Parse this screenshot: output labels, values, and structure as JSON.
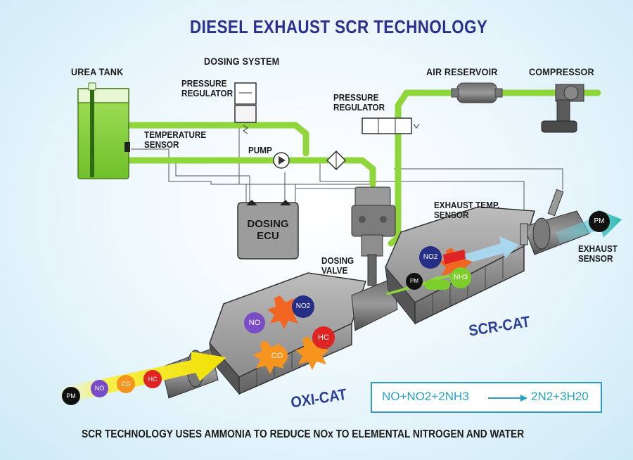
{
  "title": "DIESEL EXHAUST SCR TECHNOLOGY",
  "labels": {
    "urea_tank": "UREA TANK",
    "dosing_system": "DOSING SYSTEM",
    "pressure_regulator_1": [
      "PRESSURE",
      "REGULATOR"
    ],
    "pressure_regulator_2": [
      "PRESSURE",
      "REGULATOR"
    ],
    "air_reservoir": "AIR RESERVOIR",
    "compressor": "COMPRESSOR",
    "temperature_sensor": [
      "TEMPERATURE",
      "SENSOR"
    ],
    "pump": "PUMP",
    "dosing_ecu": [
      "DOSING",
      "ECU"
    ],
    "exhaust_temp_sensor": [
      "EXHAUST TEMP.",
      "SENSOR"
    ],
    "dosing_valve": [
      "DOSING",
      "VALVE"
    ],
    "exhaust_sensor": [
      "EXHAUST",
      "SENSOR"
    ],
    "scr_cat": "SCR-CAT",
    "oxi_cat": "OXI-CAT"
  },
  "molecules": {
    "pm": "PM",
    "no": "NO",
    "co": "CO",
    "hc": "HC",
    "no2": "NO2",
    "nh3": "NH3"
  },
  "formula": {
    "left": "NO+NO2+2NH3",
    "right": "2N2+3H20"
  },
  "footer": "SCR TECHNOLOGY USES AMMONIA TO REDUCE NOx TO ELEMENTAL NITROGEN AND WATER",
  "colors": {
    "title": "#2b2f8f",
    "pipe_green": "#8fd63a",
    "urea_green": "#7ccf2a",
    "catalyst_gray": "#8a8a8a",
    "exhaust_yellow": "#f2e600",
    "formula_blue": "#26a3c9",
    "pm_black": "#111111",
    "no_purple": "#7b4cc7",
    "co_orange": "#f7941d",
    "hc_red": "#e02424",
    "no2_navy": "#262f86",
    "nh3_green": "#7ccf2a"
  }
}
